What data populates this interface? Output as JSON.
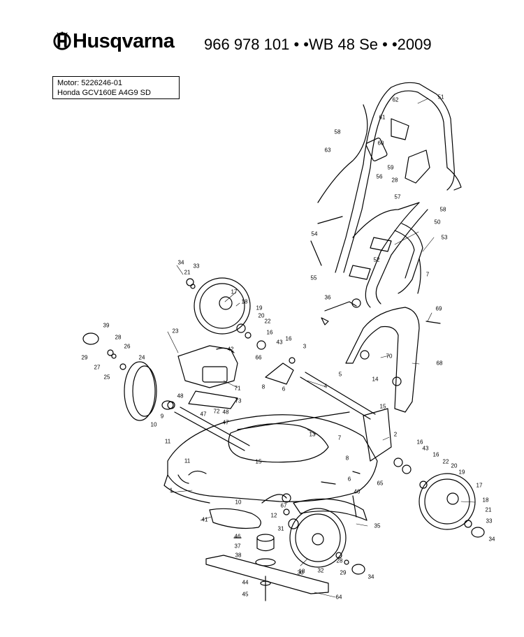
{
  "header": {
    "brand": "Husqvarna",
    "logo_icon": "husqvarna-crown-h-logo",
    "model_line": "966 978 101 • •WB 48 Se • •2009"
  },
  "motor": {
    "line1": "Motor: 5226246-01",
    "line2": "Honda GCV160E A4G9 SD"
  },
  "part_labels": [
    "1",
    "2",
    "3",
    "4",
    "5",
    "6",
    "6",
    "7",
    "7",
    "8",
    "8",
    "9",
    "10",
    "10",
    "11",
    "11",
    "12",
    "13",
    "14",
    "15",
    "15",
    "16",
    "16",
    "16",
    "16",
    "17",
    "17",
    "18",
    "18",
    "18",
    "19",
    "19",
    "20",
    "20",
    "21",
    "21",
    "22",
    "22",
    "23",
    "24",
    "25",
    "26",
    "27",
    "28",
    "28",
    "28",
    "29",
    "29",
    "30",
    "31",
    "32",
    "33",
    "33",
    "34",
    "34",
    "34",
    "35",
    "36",
    "37",
    "38",
    "39",
    "40",
    "41",
    "42",
    "43",
    "43",
    "44",
    "45",
    "46",
    "47",
    "47",
    "48",
    "48",
    "50",
    "51",
    "52",
    "53",
    "54",
    "55",
    "56",
    "57",
    "58",
    "58",
    "59",
    "60",
    "61",
    "62",
    "63",
    "64",
    "65",
    "66",
    "67",
    "68",
    "69",
    "70",
    "71",
    "72",
    "73"
  ]
}
